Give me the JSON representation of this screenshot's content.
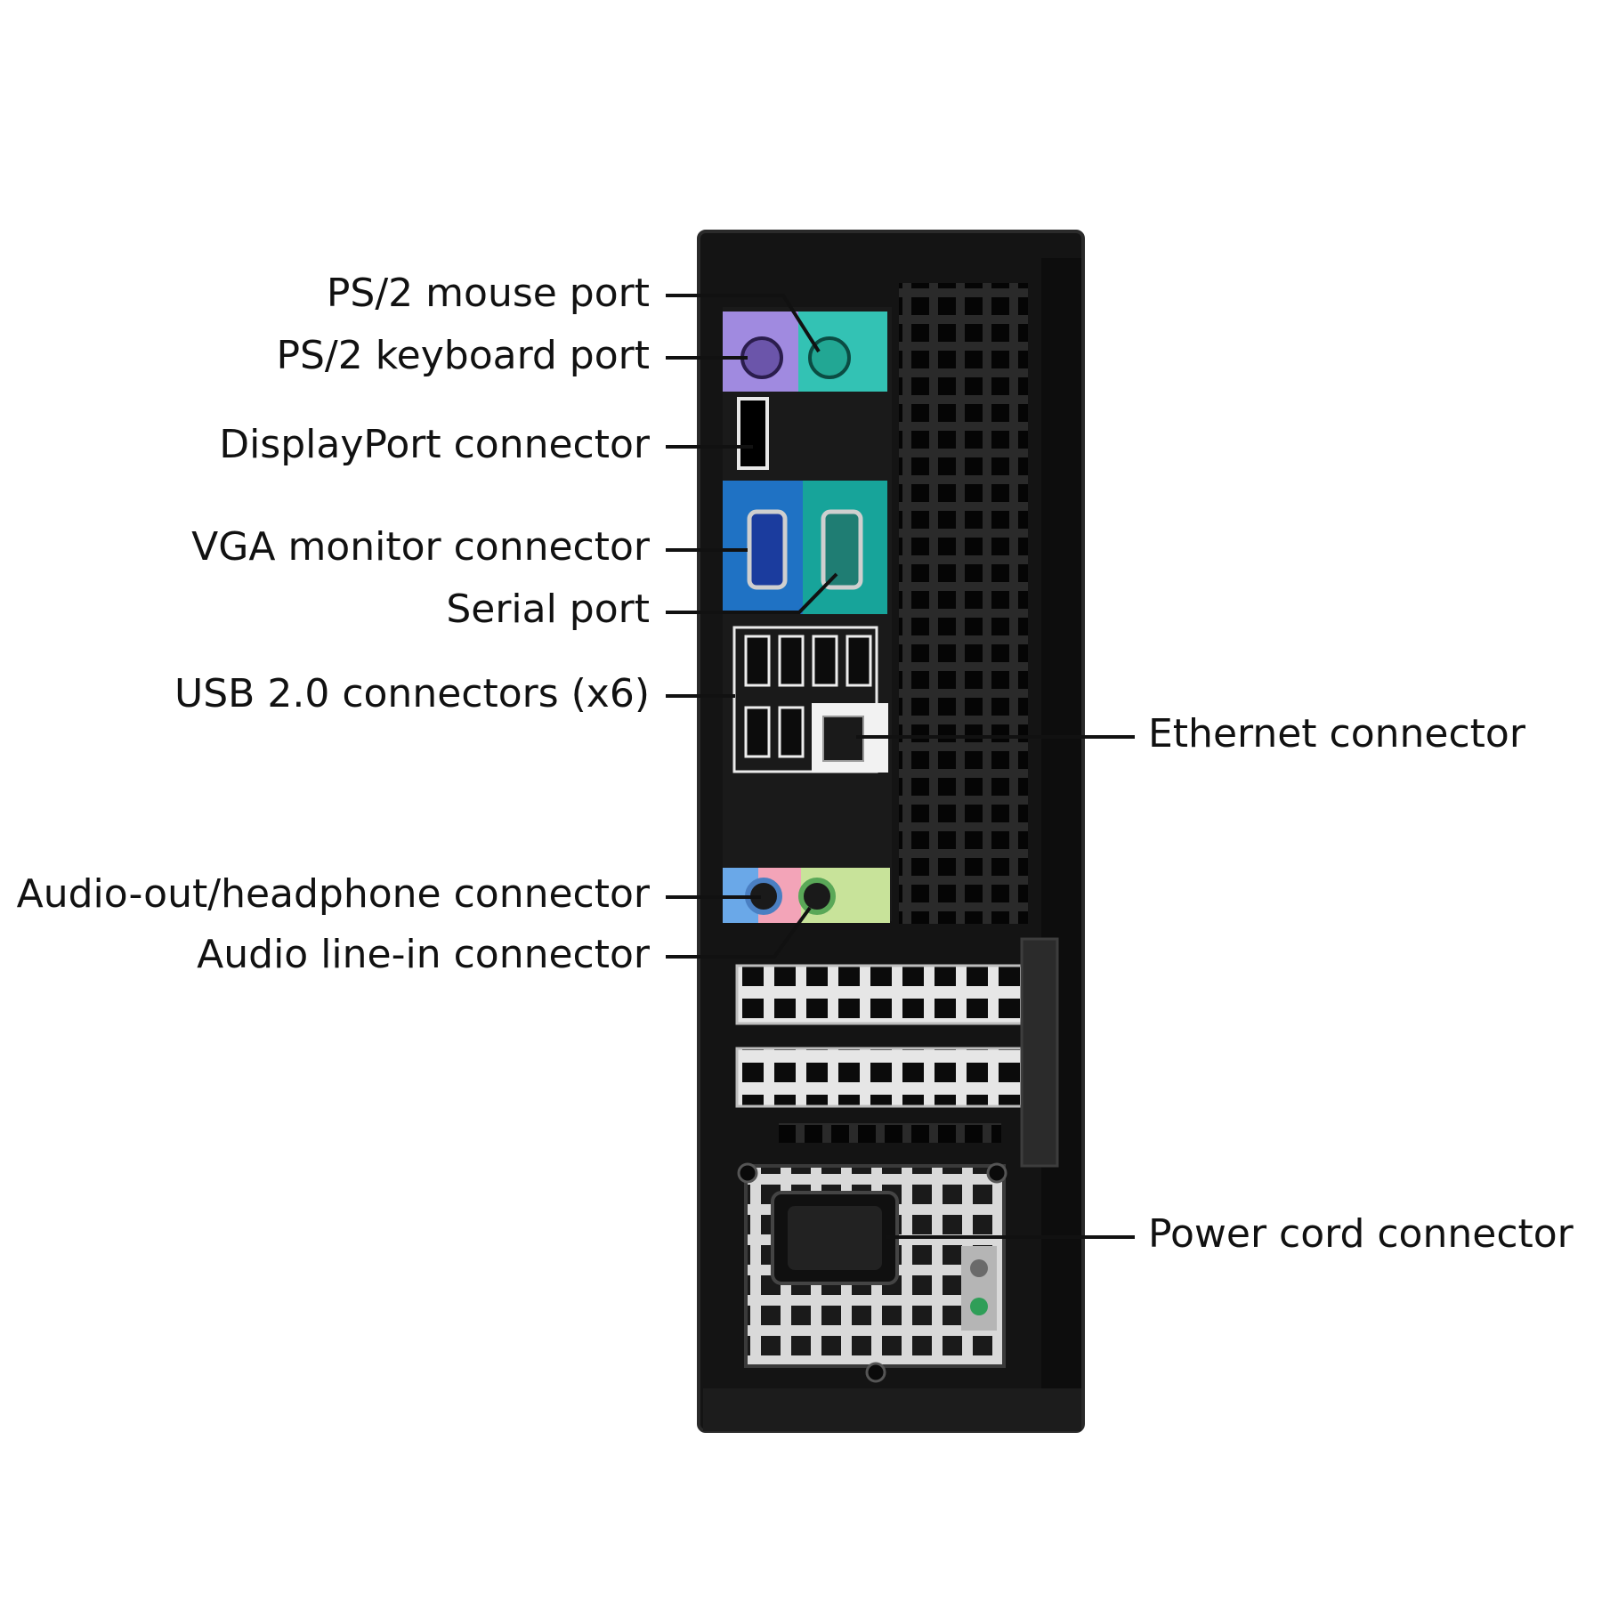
{
  "labels": {
    "ps2_mouse": "PS/2 mouse port",
    "ps2_keyboard": "PS/2 keyboard port",
    "displayport": "DisplayPort connector",
    "vga": "VGA monitor connector",
    "serial": "Serial port",
    "usb": "USB 2.0 connectors (x6)",
    "ethernet": "Ethernet connector",
    "audio_out": "Audio-out/headphone connector",
    "audio_in": "Audio line-in connector",
    "power": "Power cord connector"
  },
  "colors": {
    "chassis": "#121212",
    "ps2_mouse": "#33c2b4",
    "ps2_keyboard": "#a08ae0",
    "vga": "#1f72c4",
    "serial": "#17a49a",
    "audio_out": "#f3a4b8",
    "audio_out_secondary": "#6aa8e8",
    "audio_in": "#c8e39a",
    "ethernet_panel": "#f2f2f2",
    "leader": "#111111"
  }
}
